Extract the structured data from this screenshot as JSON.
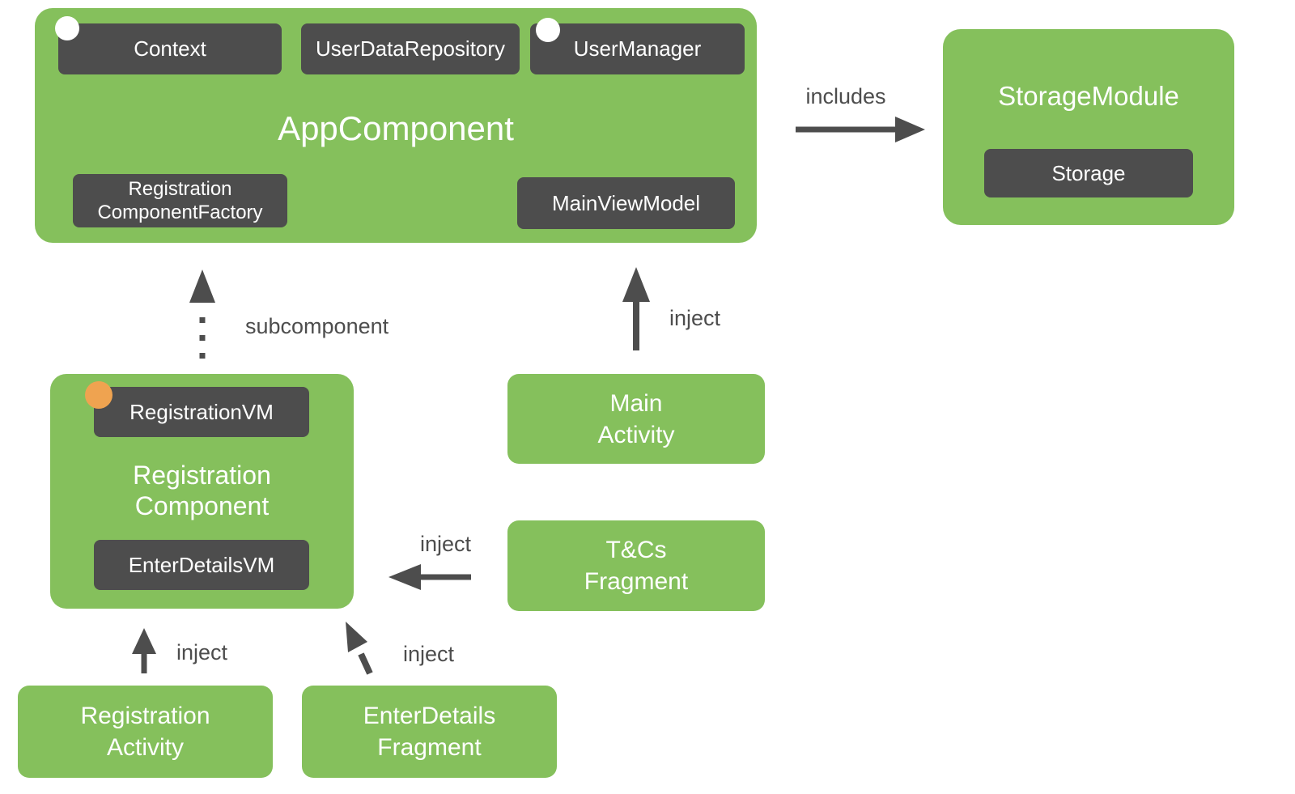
{
  "diagram": {
    "nodes": {
      "app_component": {
        "title": "AppComponent",
        "chips": {
          "context": "Context",
          "user_data_repository": "UserDataRepository",
          "user_manager": "UserManager",
          "registration_component_factory": [
            "Registration",
            "ComponentFactory"
          ],
          "main_view_model": "MainViewModel"
        }
      },
      "storage_module": {
        "title": "StorageModule",
        "chips": {
          "storage": "Storage"
        }
      },
      "registration_component": {
        "title": [
          "Registration",
          "Component"
        ],
        "chips": {
          "registration_vm": "RegistrationVM",
          "enter_details_vm": "EnterDetailsVM"
        }
      },
      "main_activity": {
        "title": [
          "Main",
          "Activity"
        ]
      },
      "tcs_fragment": {
        "title": [
          "T&Cs",
          "Fragment"
        ]
      },
      "registration_activity": {
        "title": [
          "Registration",
          "Activity"
        ]
      },
      "enter_details_fragment": {
        "title": [
          "EnterDetails",
          "Fragment"
        ]
      }
    },
    "edges": {
      "includes": {
        "label": "includes"
      },
      "subcomponent": {
        "label": "subcomponent"
      },
      "inject_main_activity": {
        "label": "inject"
      },
      "inject_tcs_fragment": {
        "label": "inject"
      },
      "inject_registration_activity": {
        "label": "inject"
      },
      "inject_enter_details_fragment": {
        "label": "inject"
      }
    },
    "colors": {
      "box_green": "#85C05C",
      "chip_dark_gray": "#4D4D4D",
      "arrow_gray": "#4D4D4D",
      "provision_dot_white": "#FFFFFF",
      "provision_dot_orange": "#EFA350",
      "text_white": "#FFFFFF",
      "background": "#FFFFFF"
    }
  }
}
